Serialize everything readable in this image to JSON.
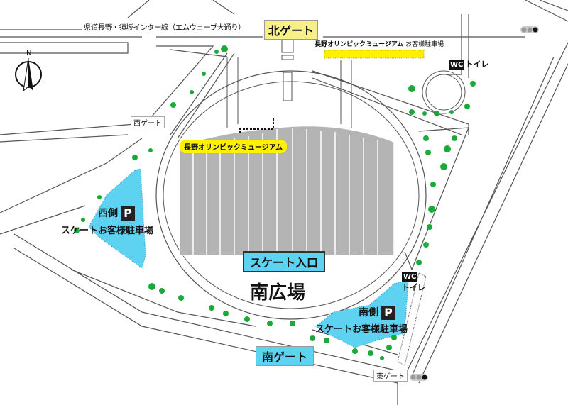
{
  "map": {
    "road_name": "県道長野・須坂インター線（エムウェーブ大通り）",
    "north_gate": "北ゲート",
    "museum_parking": {
      "name": "長野オリンピックミュージアム",
      "suffix": "お客様駐車場"
    },
    "wc_north": {
      "icon": "WC",
      "label": "トイレ"
    },
    "west_gate": "西ゲート",
    "museum": "長野オリンピックミュージアム",
    "west_parking": {
      "side": "西側",
      "icon": "P",
      "label": "スケートお客様駐車場"
    },
    "skate_entrance": "スケート入口",
    "south_plaza": "南広場",
    "wc_south": {
      "icon": "WC",
      "label": "トイレ"
    },
    "south_parking": {
      "side": "南側",
      "icon": "P",
      "label": "スケートお客様駐車場"
    },
    "south_gate": "南ゲート",
    "east_gate": "東ゲート",
    "compass": "N",
    "colors": {
      "parking": "#5ed3f1",
      "gate_north": "#f7ef8a",
      "museum": "#fff200",
      "tree": "#1aaa3a",
      "stadium": "#b4b4b4"
    }
  }
}
